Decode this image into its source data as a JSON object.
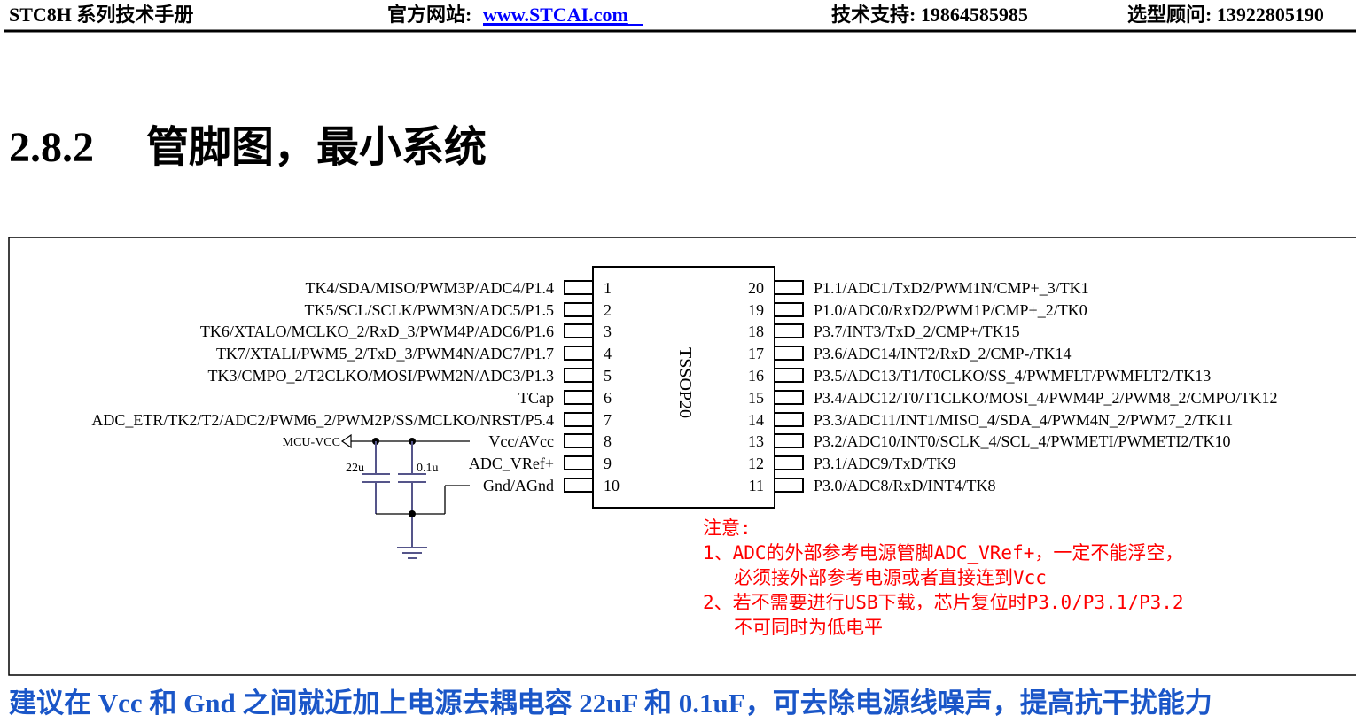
{
  "header": {
    "doc_title": "STC8H 系列技术手册",
    "website_label": "官方网站: ",
    "website_link": "www.STCAI.com",
    "support": "技术支持: 19864585985",
    "sales": "选型顾问: 13922805190"
  },
  "section": {
    "number": "2.8.2",
    "title": "管脚图，最小系统"
  },
  "chip": {
    "package": "TSSOP20",
    "left_pins": [
      {
        "num": "1",
        "label": "TK4/SDA/MISO/PWM3P/ADC4/P1.4"
      },
      {
        "num": "2",
        "label": "TK5/SCL/SCLK/PWM3N/ADC5/P1.5"
      },
      {
        "num": "3",
        "label": "TK6/XTALO/MCLKO_2/RxD_3/PWM4P/ADC6/P1.6"
      },
      {
        "num": "4",
        "label": "TK7/XTALI/PWM5_2/TxD_3/PWM4N/ADC7/P1.7"
      },
      {
        "num": "5",
        "label": "TK3/CMPO_2/T2CLKO/MOSI/PWM2N/ADC3/P1.3"
      },
      {
        "num": "6",
        "label": "TCap"
      },
      {
        "num": "7",
        "label": "ADC_ETR/TK2/T2/ADC2/PWM6_2/PWM2P/SS/MCLKO/NRST/P5.4"
      },
      {
        "num": "8",
        "label": "Vcc/AVcc"
      },
      {
        "num": "9",
        "label": "ADC_VRef+"
      },
      {
        "num": "10",
        "label": "Gnd/AGnd"
      }
    ],
    "right_pins": [
      {
        "num": "20",
        "label": "P1.1/ADC1/TxD2/PWM1N/CMP+_3/TK1"
      },
      {
        "num": "19",
        "label": "P1.0/ADC0/RxD2/PWM1P/CMP+_2/TK0"
      },
      {
        "num": "18",
        "label": "P3.7/INT3/TxD_2/CMP+/TK15"
      },
      {
        "num": "17",
        "label": "P3.6/ADC14/INT2/RxD_2/CMP-/TK14"
      },
      {
        "num": "16",
        "label": "P3.5/ADC13/T1/T0CLKO/SS_4/PWMFLT/PWMFLT2/TK13"
      },
      {
        "num": "15",
        "label": "P3.4/ADC12/T0/T1CLKO/MOSI_4/PWM4P_2/PWM8_2/CMPO/TK12"
      },
      {
        "num": "14",
        "label": "P3.3/ADC11/INT1/MISO_4/SDA_4/PWM4N_2/PWM7_2/TK11"
      },
      {
        "num": "13",
        "label": "P3.2/ADC10/INT0/SCLK_4/SCL_4/PWMETI/PWMETI2/TK10"
      },
      {
        "num": "12",
        "label": "P3.1/ADC9/TxD/TK9"
      },
      {
        "num": "11",
        "label": "P3.0/ADC8/RxD/INT4/TK8"
      }
    ]
  },
  "circuit": {
    "mcu_vcc": "MCU-VCC",
    "cap1": "22u",
    "cap2": "0.1u"
  },
  "notes": {
    "title": "注意:",
    "line1": "1、ADC的外部参考电源管脚ADC_VRef+，一定不能浮空，",
    "line1b": "必须接外部参考电源或者直接连到Vcc",
    "line2": "2、若不需要进行USB下载，芯片复位时P3.0/P3.1/P3.2",
    "line2b": "不可同时为低电平"
  },
  "footer_tip": "建议在 Vcc 和 Gnd 之间就近加上电源去耦电容 22uF 和 0.1uF，可去除电源线噪声，提高抗干扰能力",
  "colors": {
    "link": "#0000ff",
    "note": "#ff0000",
    "tip": "#1a56c8"
  }
}
